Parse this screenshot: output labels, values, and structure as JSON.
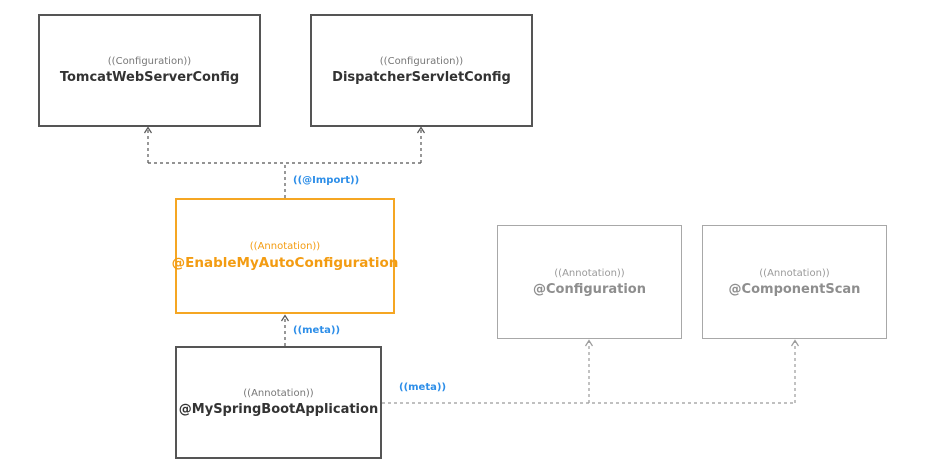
{
  "boxes": {
    "tomcat": {
      "stereotype": "((Configuration))",
      "name": "TomcatWebServerConfig"
    },
    "dispatcher": {
      "stereotype": "((Configuration))",
      "name": "DispatcherServletConfig"
    },
    "enable": {
      "stereotype": "((Annotation))",
      "name": "@EnableMyAutoConfiguration"
    },
    "configuration": {
      "stereotype": "((Annotation))",
      "name": "@Configuration"
    },
    "componentscan": {
      "stereotype": "((Annotation))",
      "name": "@ComponentScan"
    },
    "springboot": {
      "stereotype": "((Annotation))",
      "name": "@MySpringBootApplication"
    }
  },
  "labels": {
    "import": "((@Import))",
    "meta_vertical": "((meta))",
    "meta_horizontal": "((meta))"
  },
  "colors": {
    "highlight": "#f5a623",
    "relation_label": "#2d8ee8",
    "primary_border": "#555555",
    "secondary_border": "#a8a8a8"
  }
}
